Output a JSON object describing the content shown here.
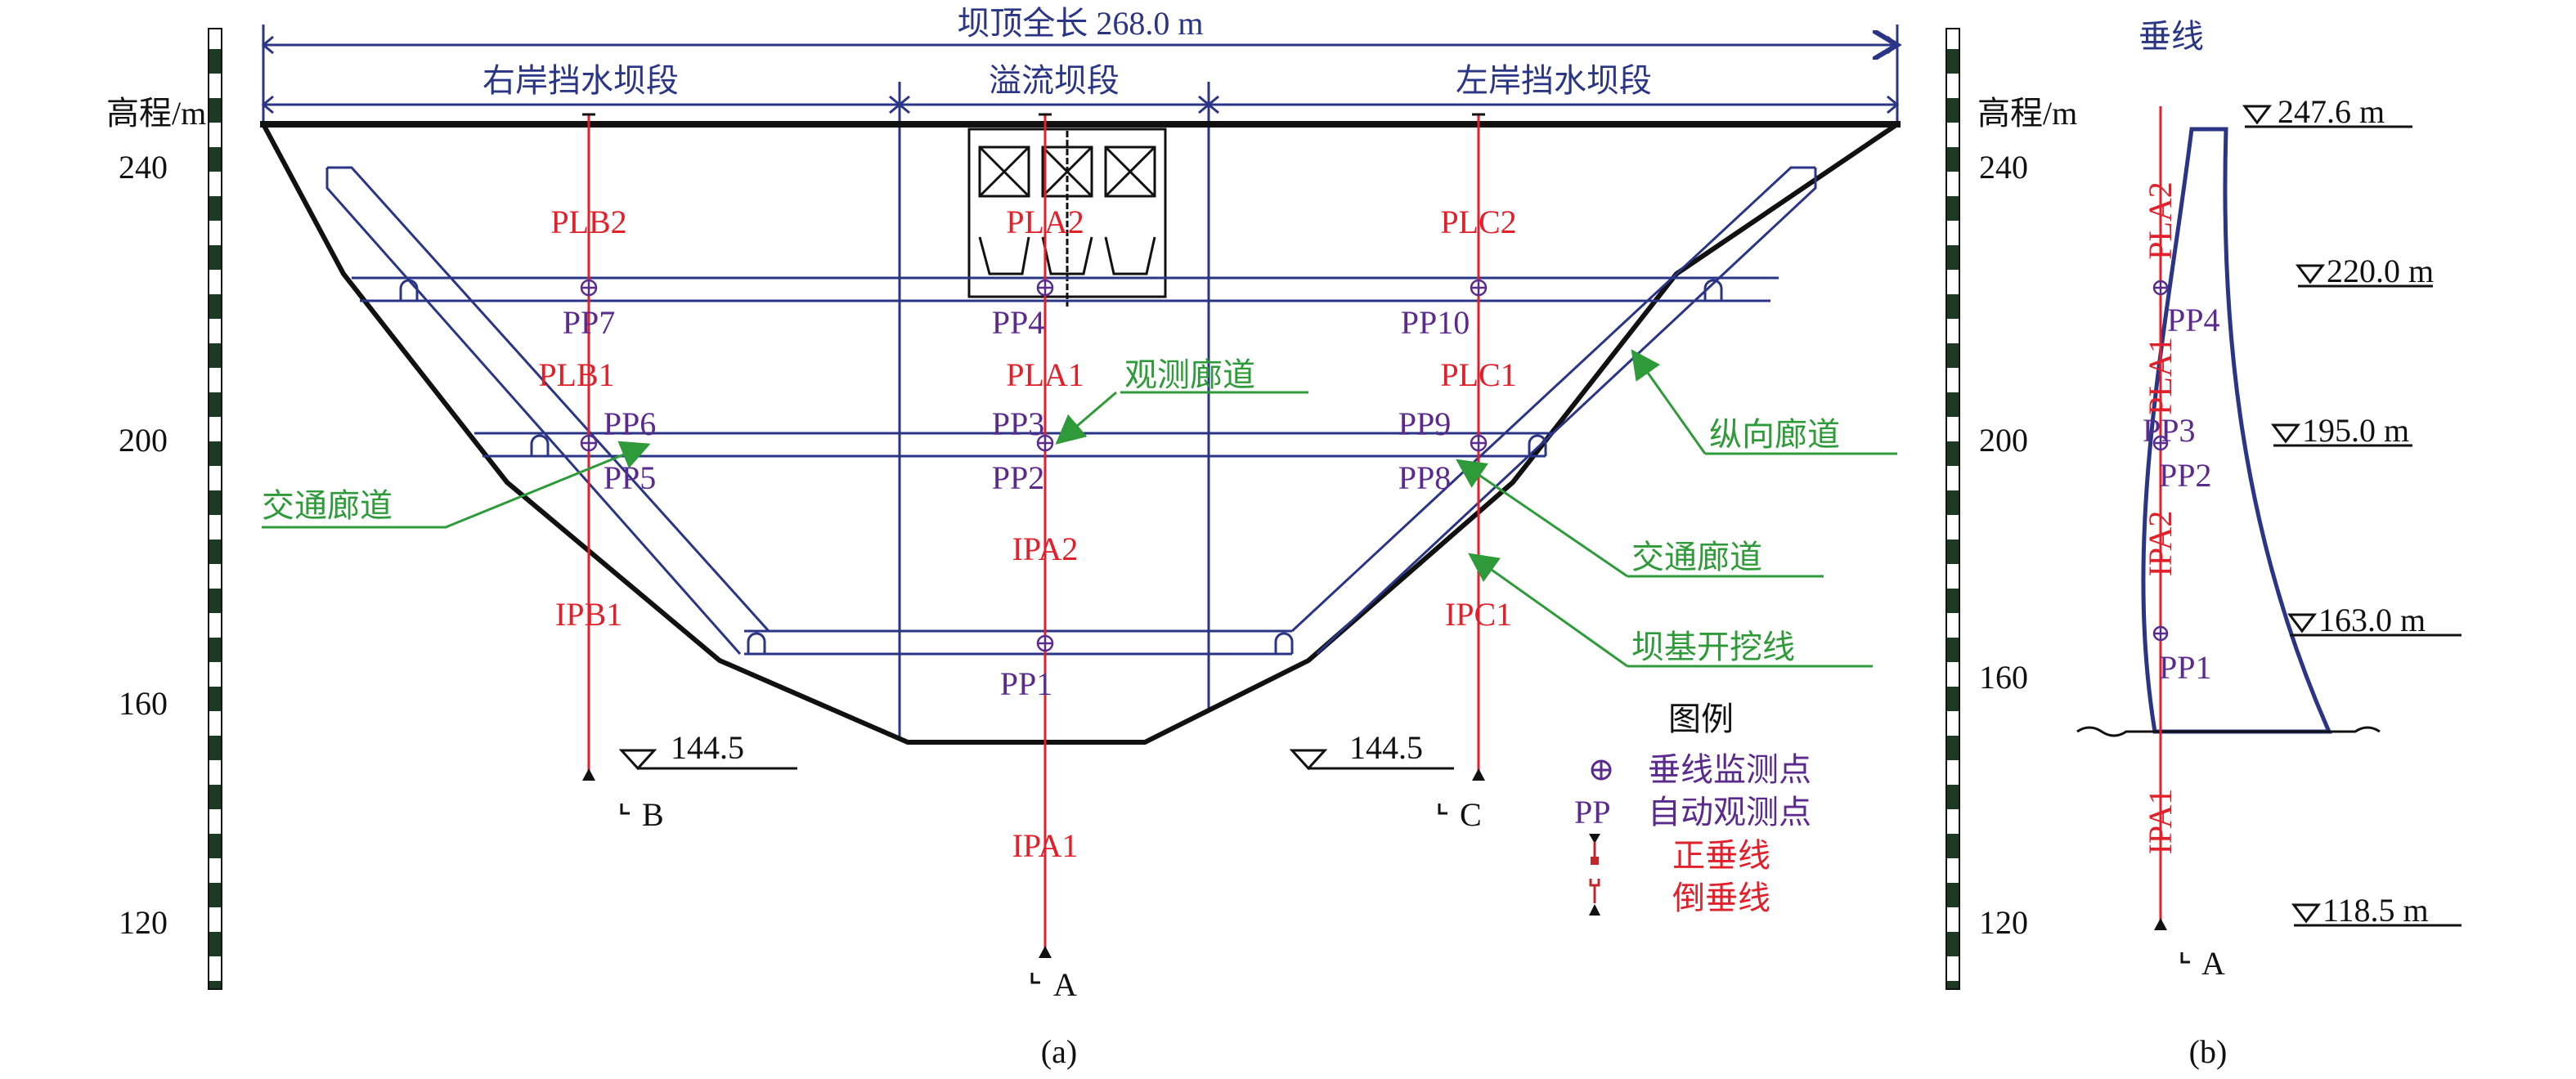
{
  "panel_a": {
    "total_length": "坝顶全长 268.0 m",
    "sections": [
      "右岸挡水坝段",
      "溢流坝段",
      "左岸挡水坝段"
    ],
    "axis_label": "高程/m",
    "ticks": [
      "240",
      "200",
      "160",
      "120"
    ],
    "left_line": [
      "PLB2",
      "PP7",
      "PLB1",
      "PP6",
      "PP5",
      "IPB1"
    ],
    "center_line": [
      "PLA2",
      "PP4",
      "PLA1",
      "PP3",
      "PP2",
      "IPA2",
      "PP1",
      "IPA1"
    ],
    "right_line": [
      "PLC2",
      "PP10",
      "PLC1",
      "PP9",
      "PP8",
      "IPC1"
    ],
    "elev_left": "144.5",
    "elev_right": "144.5",
    "section_marks": [
      "B",
      "A",
      "C"
    ],
    "annotations": {
      "obs_gallery": "观测廊道",
      "long_gallery": "纵向廊道",
      "traffic_gallery_right": "交通廊道",
      "traffic_gallery_left": "交通廊道",
      "excavation_line": "坝基开挖线"
    },
    "legend": {
      "title": "图例",
      "items": [
        {
          "symbol": "⊕",
          "label": "垂线监测点",
          "color": "#5a2a8c"
        },
        {
          "symbol": "PP",
          "label": "自动观测点",
          "color": "#5a2a8c"
        },
        {
          "symbol": "plumb-line-icon",
          "label": "正垂线",
          "color": "#e0202a"
        },
        {
          "symbol": "inverted-plumb-line-icon",
          "label": "倒垂线",
          "color": "#e0202a"
        }
      ]
    },
    "caption": "(a)"
  },
  "panel_b": {
    "axis_label": "高程/m",
    "ticks": [
      "240",
      "200",
      "160",
      "120"
    ],
    "line_label": "垂线",
    "lines": [
      "PLA2",
      "PLA1",
      "IPA2",
      "IPA1"
    ],
    "points": [
      "PP4",
      "PP3",
      "PP2",
      "PP1"
    ],
    "elevations": [
      "247.6 m",
      "220.0 m",
      "195.0 m",
      "163.0 m",
      "118.5 m"
    ],
    "section_mark": "A",
    "caption": "(b)"
  }
}
